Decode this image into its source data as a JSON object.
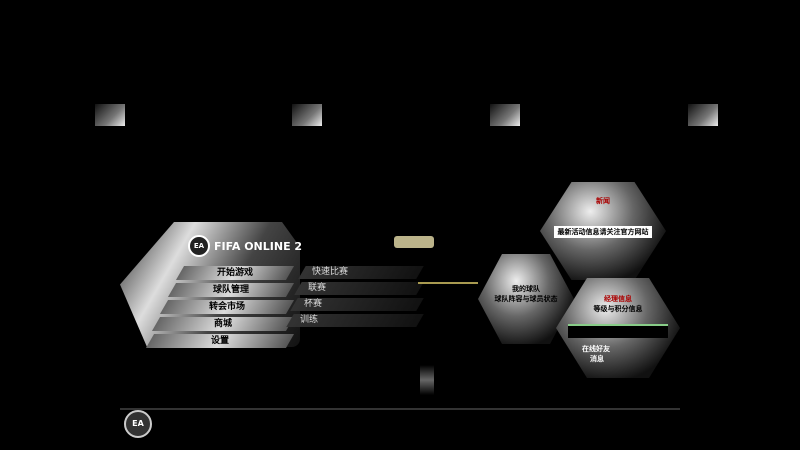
{
  "header": {
    "logo_text": "FIFA ONLINE 2",
    "badge": "EA"
  },
  "menu": {
    "items": [
      "开始游戏",
      "球队管理",
      "转会市场",
      "商城",
      "设置"
    ]
  },
  "submenu": {
    "items": [
      "快速比赛",
      "联赛",
      "杯赛",
      "训练"
    ]
  },
  "hexes": [
    {
      "title": "新闻",
      "text": "最新活动信息请关注官方网站"
    },
    {
      "title": "我的球队",
      "text": "球队阵容与球员状态"
    },
    {
      "title": "经理信息",
      "text": "等级与积分信息",
      "footer1": "在线好友",
      "footer2": "消息"
    }
  ],
  "footer": {
    "badge": "EA"
  }
}
